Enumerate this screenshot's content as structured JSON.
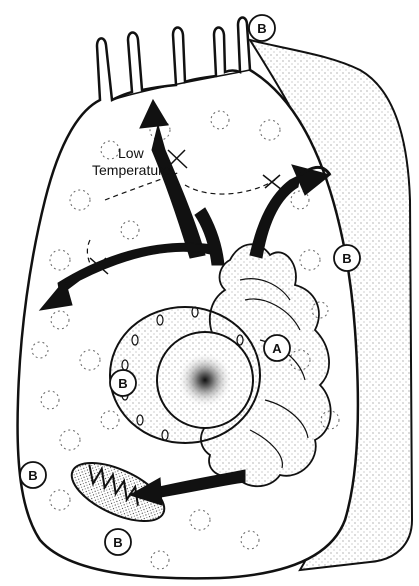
{
  "diagram": {
    "annotation": "Low Temperature",
    "annotation_lines": [
      "Low",
      "Temperature"
    ],
    "labels": {
      "golgi": "A",
      "cell_surface": "B",
      "right_side": "B",
      "nucleus": "B",
      "left_cytoplasm": "B",
      "mitochondrion": "B"
    }
  },
  "colors": {
    "ink": "#111111",
    "background": "#ffffff",
    "stipple": "#555555"
  }
}
